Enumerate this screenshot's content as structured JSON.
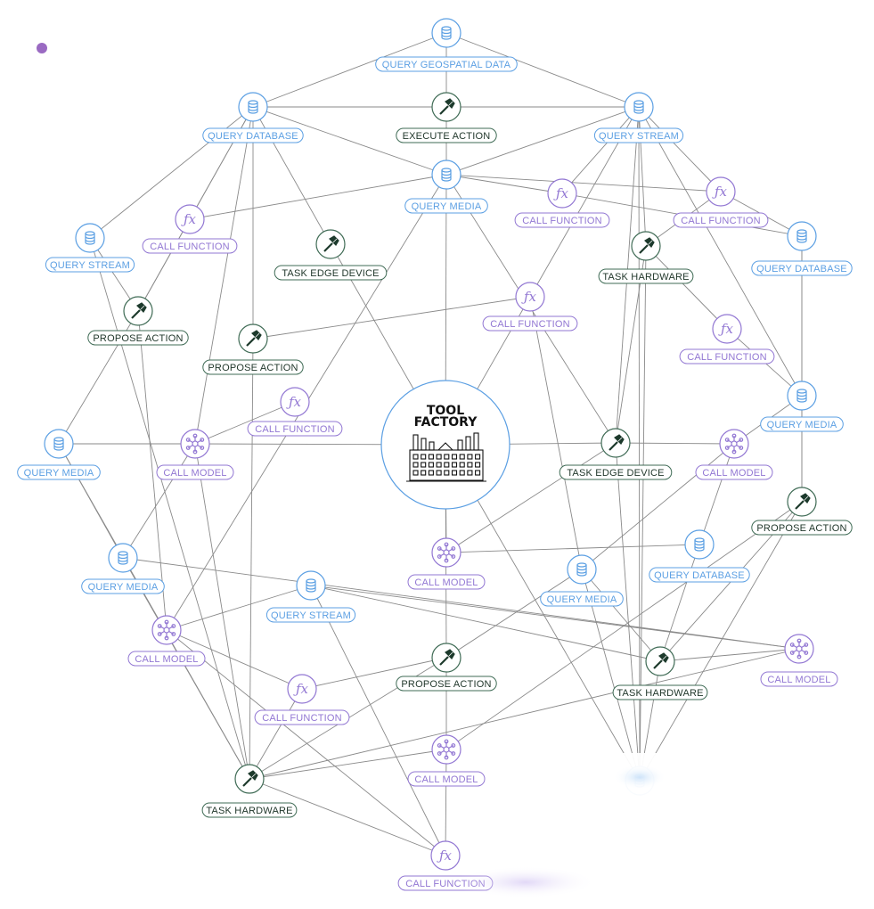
{
  "center": {
    "line1": "TOOL",
    "line2": "FACTORY"
  },
  "colors": {
    "blue": "#5b9fe3",
    "purple": "#9277d3",
    "green": "#3f6b55",
    "edge": "#8a8a8a",
    "dot": "#9a6ac2"
  },
  "nodes": [
    {
      "id": "n1",
      "type": "db",
      "label": "QUERY GEOSPATIAL DATA"
    },
    {
      "id": "n2",
      "type": "db",
      "label": "QUERY DATABASE"
    },
    {
      "id": "n3",
      "type": "hammer",
      "label": "EXECUTE ACTION"
    },
    {
      "id": "n4",
      "type": "db",
      "label": "QUERY STREAM"
    },
    {
      "id": "n5",
      "type": "db",
      "label": "QUERY MEDIA"
    },
    {
      "id": "n6",
      "type": "fx",
      "label": "CALL FUNCTION"
    },
    {
      "id": "n7",
      "type": "fx",
      "label": "CALL FUNCTION"
    },
    {
      "id": "n8",
      "type": "db",
      "label": "QUERY STREAM"
    },
    {
      "id": "n9",
      "type": "fx",
      "label": "CALL FUNCTION"
    },
    {
      "id": "n10",
      "type": "hammer",
      "label": "TASK EDGE DEVICE"
    },
    {
      "id": "n11",
      "type": "hammer",
      "label": "TASK HARDWARE"
    },
    {
      "id": "n12",
      "type": "db",
      "label": "QUERY DATABASE"
    },
    {
      "id": "n13",
      "type": "hammer",
      "label": "PROPOSE ACTION"
    },
    {
      "id": "n14",
      "type": "hammer",
      "label": "PROPOSE ACTION"
    },
    {
      "id": "n15",
      "type": "fx",
      "label": "CALL FUNCTION"
    },
    {
      "id": "n16",
      "type": "fx",
      "label": "CALL FUNCTION"
    },
    {
      "id": "n17",
      "type": "fx",
      "label": "CALL FUNCTION"
    },
    {
      "id": "n18",
      "type": "db",
      "label": "QUERY MEDIA"
    },
    {
      "id": "n19",
      "type": "db",
      "label": "QUERY MEDIA"
    },
    {
      "id": "n20",
      "type": "model",
      "label": "CALL MODEL"
    },
    {
      "id": "n21",
      "type": "hammer",
      "label": "TASK EDGE DEVICE"
    },
    {
      "id": "n22",
      "type": "model",
      "label": "CALL MODEL"
    },
    {
      "id": "n23",
      "type": "hammer",
      "label": "PROPOSE ACTION"
    },
    {
      "id": "n24",
      "type": "db",
      "label": "QUERY MEDIA"
    },
    {
      "id": "n25",
      "type": "model",
      "label": "CALL MODEL"
    },
    {
      "id": "n26",
      "type": "db",
      "label": "QUERY DATABASE"
    },
    {
      "id": "n27",
      "type": "db",
      "label": "QUERY MEDIA"
    },
    {
      "id": "n28",
      "type": "db",
      "label": "QUERY STREAM"
    },
    {
      "id": "n29",
      "type": "model",
      "label": "CALL MODEL"
    },
    {
      "id": "n30",
      "type": "hammer",
      "label": "PROPOSE ACTION"
    },
    {
      "id": "n31",
      "type": "hammer",
      "label": "TASK HARDWARE"
    },
    {
      "id": "n32",
      "type": "model",
      "label": "CALL MODEL"
    },
    {
      "id": "n33",
      "type": "fx",
      "label": "CALL FUNCTION"
    },
    {
      "id": "n34",
      "type": "model",
      "label": "CALL MODEL"
    },
    {
      "id": "n35",
      "type": "hammer",
      "label": "TASK HARDWARE"
    },
    {
      "id": "n36",
      "type": "fx",
      "label": "CALL FUNCTION"
    },
    {
      "id": "n37",
      "type": "db",
      "label": ""
    }
  ],
  "edges": [
    [
      "n1",
      "n2"
    ],
    [
      "n1",
      "n3"
    ],
    [
      "n1",
      "n4"
    ],
    [
      "n2",
      "n3"
    ],
    [
      "n3",
      "n4"
    ],
    [
      "n3",
      "n5"
    ],
    [
      "n2",
      "n5"
    ],
    [
      "n4",
      "n5"
    ],
    [
      "n2",
      "n8"
    ],
    [
      "n2",
      "n6"
    ],
    [
      "n2",
      "n10"
    ],
    [
      "n2",
      "n14"
    ],
    [
      "n2",
      "n13"
    ],
    [
      "n2",
      "n20"
    ],
    [
      "n5",
      "n6"
    ],
    [
      "n5",
      "n7"
    ],
    [
      "n5",
      "n9"
    ],
    [
      "n5",
      "center"
    ],
    [
      "n5",
      "n29"
    ],
    [
      "n5",
      "n21"
    ],
    [
      "n4",
      "n11"
    ],
    [
      "n4",
      "n15"
    ],
    [
      "n4",
      "n19"
    ],
    [
      "n4",
      "n7"
    ],
    [
      "n4",
      "n9"
    ],
    [
      "n4",
      "n21"
    ],
    [
      "n4",
      "n37"
    ],
    [
      "n8",
      "n13"
    ],
    [
      "n6",
      "n13"
    ],
    [
      "n8",
      "n35"
    ],
    [
      "n7",
      "n12"
    ],
    [
      "n9",
      "n12"
    ],
    [
      "n9",
      "n11"
    ],
    [
      "n11",
      "n16"
    ],
    [
      "n11",
      "n21"
    ],
    [
      "n11",
      "n37"
    ],
    [
      "n15",
      "n24"
    ],
    [
      "n15",
      "center"
    ],
    [
      "n15",
      "n14"
    ],
    [
      "n13",
      "n18"
    ],
    [
      "n13",
      "n29"
    ],
    [
      "n10",
      "center"
    ],
    [
      "n14",
      "n35"
    ],
    [
      "n17",
      "n20"
    ],
    [
      "n18",
      "n20"
    ],
    [
      "n18",
      "n27"
    ],
    [
      "n18",
      "n35"
    ],
    [
      "n20",
      "center"
    ],
    [
      "n20",
      "n27"
    ],
    [
      "n20",
      "n35"
    ],
    [
      "center",
      "n21"
    ],
    [
      "center",
      "n25"
    ],
    [
      "center",
      "n30"
    ],
    [
      "center",
      "n37"
    ],
    [
      "n21",
      "n22"
    ],
    [
      "n21",
      "n25"
    ],
    [
      "n21",
      "n37"
    ],
    [
      "n12",
      "n19"
    ],
    [
      "n12",
      "n23"
    ],
    [
      "n16",
      "n19"
    ],
    [
      "n19",
      "n22"
    ],
    [
      "n19",
      "n23"
    ],
    [
      "n22",
      "n26"
    ],
    [
      "n23",
      "n31"
    ],
    [
      "n23",
      "n34"
    ],
    [
      "n23",
      "n37"
    ],
    [
      "n26",
      "n31"
    ],
    [
      "n25",
      "n26"
    ],
    [
      "n24",
      "n30"
    ],
    [
      "n24",
      "n31"
    ],
    [
      "n24",
      "n22"
    ],
    [
      "n24",
      "n37"
    ],
    [
      "n27",
      "n32"
    ],
    [
      "n27",
      "n35"
    ],
    [
      "n28",
      "n29"
    ],
    [
      "n28",
      "n32"
    ],
    [
      "n28",
      "n31"
    ],
    [
      "n28",
      "n36"
    ],
    [
      "n29",
      "n36"
    ],
    [
      "n29",
      "n33"
    ],
    [
      "n30",
      "n34"
    ],
    [
      "n30",
      "n33"
    ],
    [
      "n30",
      "n35"
    ],
    [
      "n31",
      "n32"
    ],
    [
      "n31",
      "n37"
    ],
    [
      "n32",
      "n35"
    ],
    [
      "n33",
      "n35"
    ],
    [
      "n34",
      "n35"
    ],
    [
      "n34",
      "n36"
    ],
    [
      "n35",
      "n36"
    ]
  ]
}
